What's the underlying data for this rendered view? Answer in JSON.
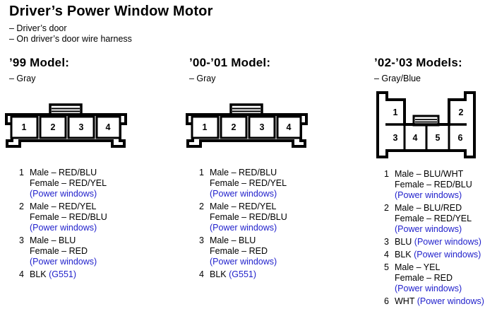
{
  "page": {
    "title": "Driver’s Power Window Motor",
    "notes": [
      "– Driver’s door",
      "– On driver’s door wire harness"
    ]
  },
  "colors": {
    "link_blue": "#2222cc",
    "ink": "#000000"
  },
  "models": [
    {
      "title": "’99 Model:",
      "color_note": "– Gray",
      "connector": {
        "type": "4-pin",
        "cavities": [
          "1",
          "2",
          "3",
          "4"
        ]
      },
      "pins": [
        {
          "num": "1",
          "lines": [
            {
              "text": "Male – RED/BLU"
            },
            {
              "text": "Female – RED/YEL"
            },
            {
              "link": "(Power windows)"
            }
          ]
        },
        {
          "num": "2",
          "lines": [
            {
              "text": "Male – RED/YEL"
            },
            {
              "text": "Female – RED/BLU"
            },
            {
              "link": "(Power windows)"
            }
          ]
        },
        {
          "num": "3",
          "lines": [
            {
              "text": "Male – BLU"
            },
            {
              "text": "Female – RED"
            },
            {
              "link": "(Power windows)"
            }
          ]
        },
        {
          "num": "4",
          "lines": [
            {
              "text": "BLK ",
              "link": "(G551)"
            }
          ]
        }
      ]
    },
    {
      "title": "’00-’01 Model:",
      "color_note": "– Gray",
      "connector": {
        "type": "4-pin",
        "cavities": [
          "1",
          "2",
          "3",
          "4"
        ]
      },
      "pins": [
        {
          "num": "1",
          "lines": [
            {
              "text": "Male – RED/BLU"
            },
            {
              "text": "Female – RED/YEL"
            },
            {
              "link": "(Power windows)"
            }
          ]
        },
        {
          "num": "2",
          "lines": [
            {
              "text": "Male – RED/YEL"
            },
            {
              "text": "Female – RED/BLU"
            },
            {
              "link": "(Power windows)"
            }
          ]
        },
        {
          "num": "3",
          "lines": [
            {
              "text": "Male – BLU"
            },
            {
              "text": "Female – RED"
            },
            {
              "link": "(Power windows)"
            }
          ]
        },
        {
          "num": "4",
          "lines": [
            {
              "text": "BLK ",
              "link": "(G551)"
            }
          ]
        }
      ]
    },
    {
      "title": "’02-’03 Models:",
      "color_note": "– Gray/Blue",
      "connector": {
        "type": "6-pin",
        "cavities": [
          "1",
          "2",
          "3",
          "4",
          "5",
          "6"
        ]
      },
      "pins": [
        {
          "num": "1",
          "lines": [
            {
              "text": "Male – BLU/WHT"
            },
            {
              "text": "Female – RED/BLU"
            },
            {
              "link": "(Power windows)"
            }
          ]
        },
        {
          "num": "2",
          "lines": [
            {
              "text": "Male – BLU/RED"
            },
            {
              "text": "Female – RED/YEL"
            },
            {
              "link": "(Power windows)"
            }
          ]
        },
        {
          "num": "3",
          "lines": [
            {
              "text": "BLU ",
              "link": "(Power windows)"
            }
          ]
        },
        {
          "num": "4",
          "lines": [
            {
              "text": "BLK ",
              "link": "(Power windows)"
            }
          ]
        },
        {
          "num": "5",
          "lines": [
            {
              "text": "Male – YEL"
            },
            {
              "text": "Female – RED"
            },
            {
              "link": "(Power windows)"
            }
          ]
        },
        {
          "num": "6",
          "lines": [
            {
              "text": "WHT ",
              "link": "(Power windows)"
            }
          ]
        }
      ]
    }
  ]
}
